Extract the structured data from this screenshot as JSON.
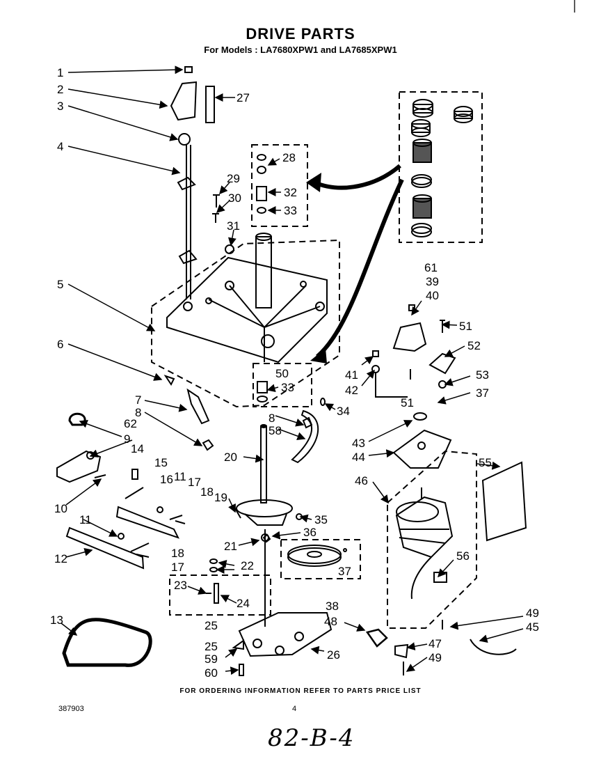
{
  "header": {
    "title": "DRIVE PARTS",
    "subtitle": "For Models : LA7680XPW1  and LA7685XPW1"
  },
  "footer": {
    "ordering_note": "FOR ORDERING INFORMATION REFER TO PARTS PRICE LIST",
    "doc_number": "387903",
    "page_number": "4",
    "handwritten": "82-B-4"
  },
  "callouts": {
    "c1": "1",
    "c2": "2",
    "c3": "3",
    "c4": "4",
    "c5": "5",
    "c6": "6",
    "c7": "7",
    "c8a": "8",
    "c8b": "8",
    "c9": "9",
    "c10": "10",
    "c11a": "11",
    "c11b": "11",
    "c12": "12",
    "c13": "13",
    "c14": "14",
    "c15": "15",
    "c16": "16",
    "c17a": "17",
    "c17b": "17",
    "c18a": "18",
    "c18b": "18",
    "c19": "19",
    "c20": "20",
    "c21": "21",
    "c22": "22",
    "c23": "23",
    "c24": "24",
    "c25": "25",
    "c26": "26",
    "c27": "27",
    "c28": "28",
    "c29": "29",
    "c30": "30",
    "c31": "31",
    "c32": "32",
    "c33a": "33",
    "c33b": "33",
    "c34": "34",
    "c35": "35",
    "c36": "36",
    "c37a": "37",
    "c37b": "37",
    "c38": "38",
    "c39": "39",
    "c40": "40",
    "c41": "41",
    "c42": "42",
    "c43": "43",
    "c44": "44",
    "c45": "45",
    "c46": "46",
    "c47": "47",
    "c48": "48",
    "c49a": "49",
    "c49b": "49",
    "c50": "50",
    "c51a": "51",
    "c51b": "51",
    "c52": "52",
    "c53": "53",
    "c55": "55",
    "c56": "56",
    "c58": "58",
    "c59": "59",
    "c60": "60",
    "c61": "61",
    "c62": "62"
  }
}
